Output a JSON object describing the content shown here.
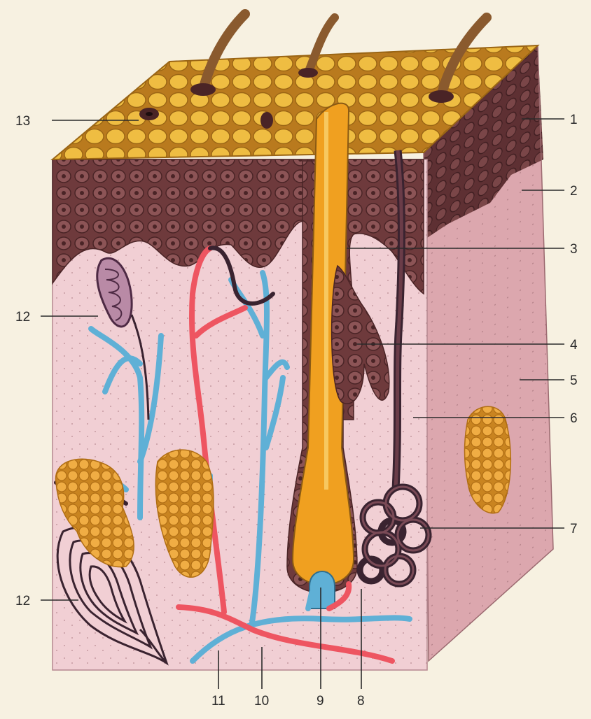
{
  "diagram": {
    "labels": {
      "l1": "1",
      "l2": "2",
      "l3": "3",
      "l4": "4",
      "l5": "5",
      "l6": "6",
      "l7": "7",
      "l8": "8",
      "l9": "9",
      "l10": "10",
      "l11": "11",
      "l12a": "12",
      "l12b": "12",
      "l13": "13"
    },
    "colors": {
      "background": "#f7f1e1",
      "epidermis_surface": "#e9b53a",
      "epidermis": "#6e3a3c",
      "dermis": "#f1cfd4",
      "dermis_side": "#dba7ad",
      "hair_shaft": "#a06a3a",
      "hair_follicle": "#f0a020",
      "vein_blue": "#5fb0d6",
      "artery_red": "#ee5561",
      "nerve_dark": "#3a2330",
      "fat_lobule": "#e8a53c"
    }
  }
}
